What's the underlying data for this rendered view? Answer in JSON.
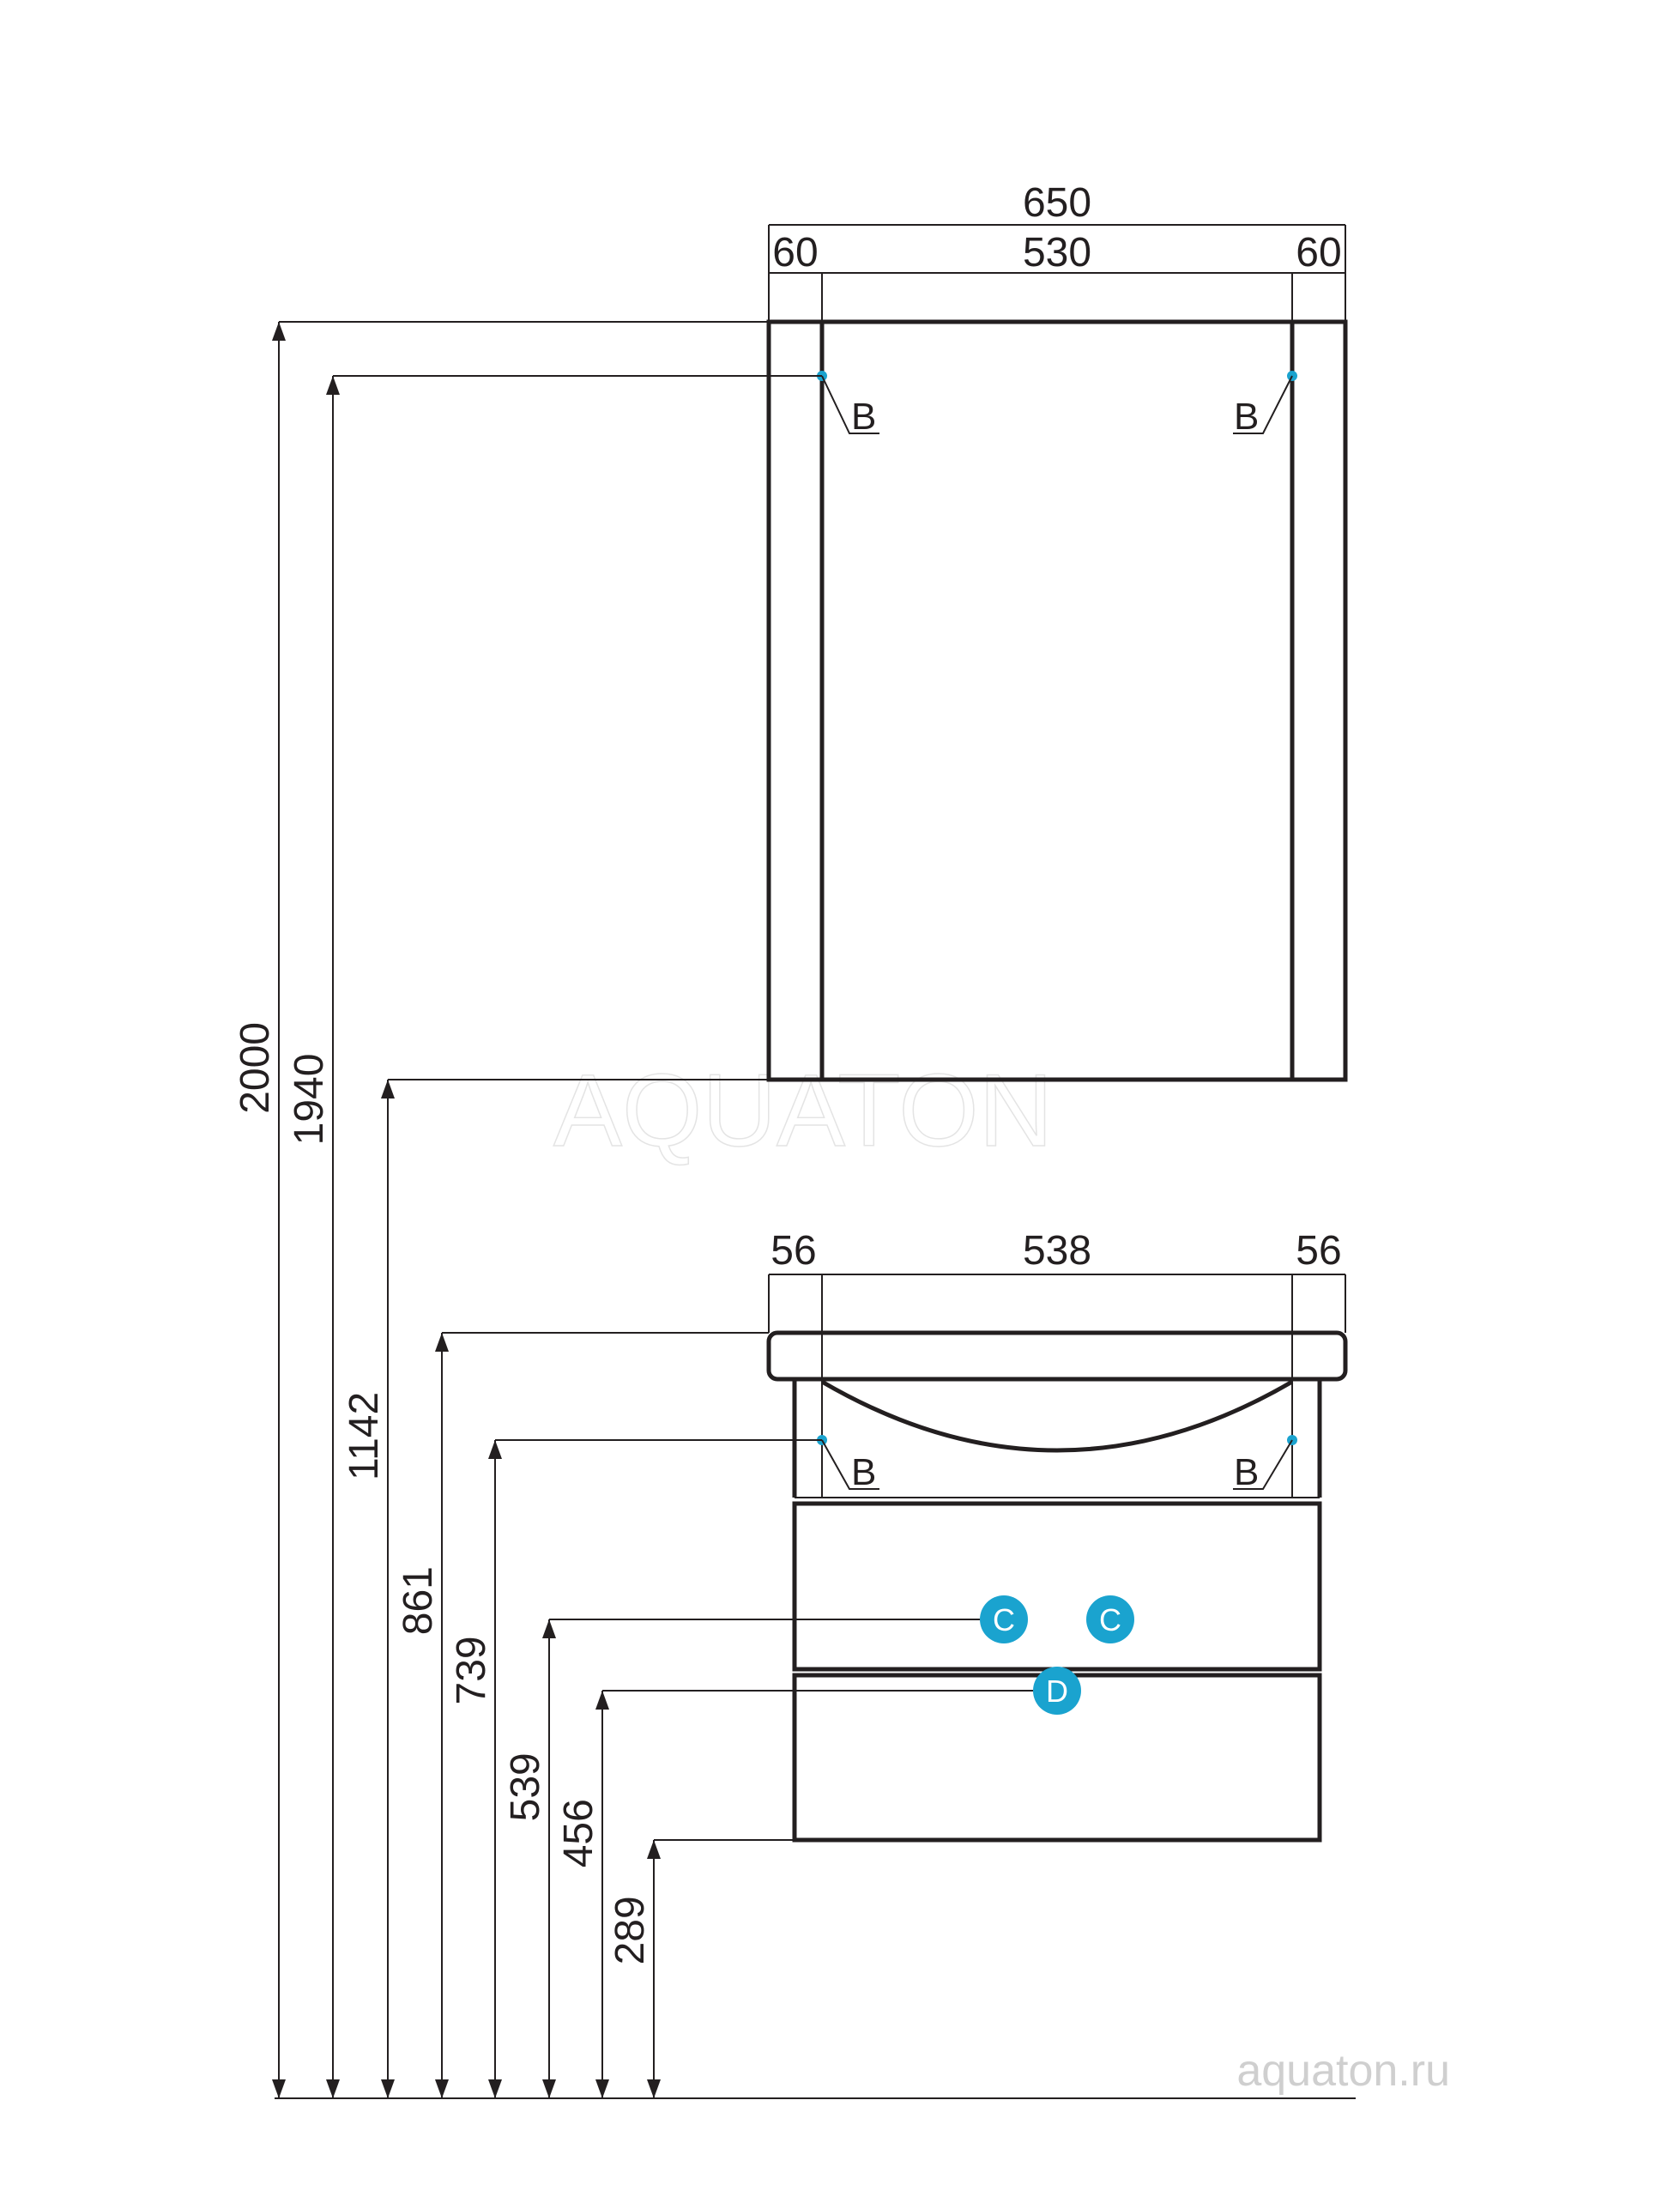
{
  "mirror": {
    "overall_width": "650",
    "side_left": "60",
    "center": "530",
    "side_right": "60",
    "mount_label_left": "B",
    "mount_label_right": "B"
  },
  "cabinet": {
    "side_left": "56",
    "center": "538",
    "side_right": "56",
    "mount_label_left": "B",
    "mount_label_right": "B",
    "pipe_label_1": "C",
    "pipe_label_2": "C",
    "drain_label": "D"
  },
  "heights": [
    "2000",
    "1940",
    "1142",
    "861",
    "739",
    "539",
    "456",
    "289"
  ],
  "watermark": "AQUATON",
  "site": "aquaton.ru",
  "colors": {
    "line": "#231f20",
    "marker": "#1aa3cf"
  }
}
